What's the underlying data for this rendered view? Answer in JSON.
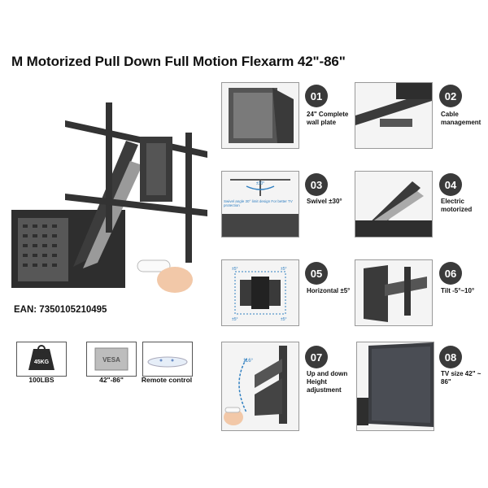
{
  "title": "M Motorized Pull Down Full Motion Flexarm 42\"-86\"",
  "ean": "EAN: 7350105210495",
  "specs": [
    {
      "label": "100LBS",
      "icon": "weight-icon",
      "icon_text": "45KG"
    },
    {
      "label": "42\"-86\"",
      "icon": "vesa-icon",
      "icon_text": "VESA"
    },
    {
      "label": "Remote control",
      "icon": "remote-icon"
    }
  ],
  "features": [
    {
      "num": "01",
      "label": "24\" Complete wall plate"
    },
    {
      "num": "02",
      "label": "Cable management"
    },
    {
      "num": "03",
      "label": "Swivel ±30°",
      "callout_angle": "±30°",
      "callout_note": "Swivel angle 30° limit design For better TV protection"
    },
    {
      "num": "04",
      "label": "Electric motorized"
    },
    {
      "num": "05",
      "label": "Horizontal ±5°",
      "angle": "±5°"
    },
    {
      "num": "06",
      "label": "Tilt -5°~10°"
    },
    {
      "num": "07",
      "label": "Up and down Height adjustment",
      "angle": "116°"
    },
    {
      "num": "08",
      "label": "TV size 42\" ~ 86\""
    }
  ],
  "colors": {
    "frame": "#3a3a3a",
    "accent_blue": "#2f7fc1",
    "thumb_bg": "#f4f4f4",
    "badge": "#3a3a3a"
  }
}
